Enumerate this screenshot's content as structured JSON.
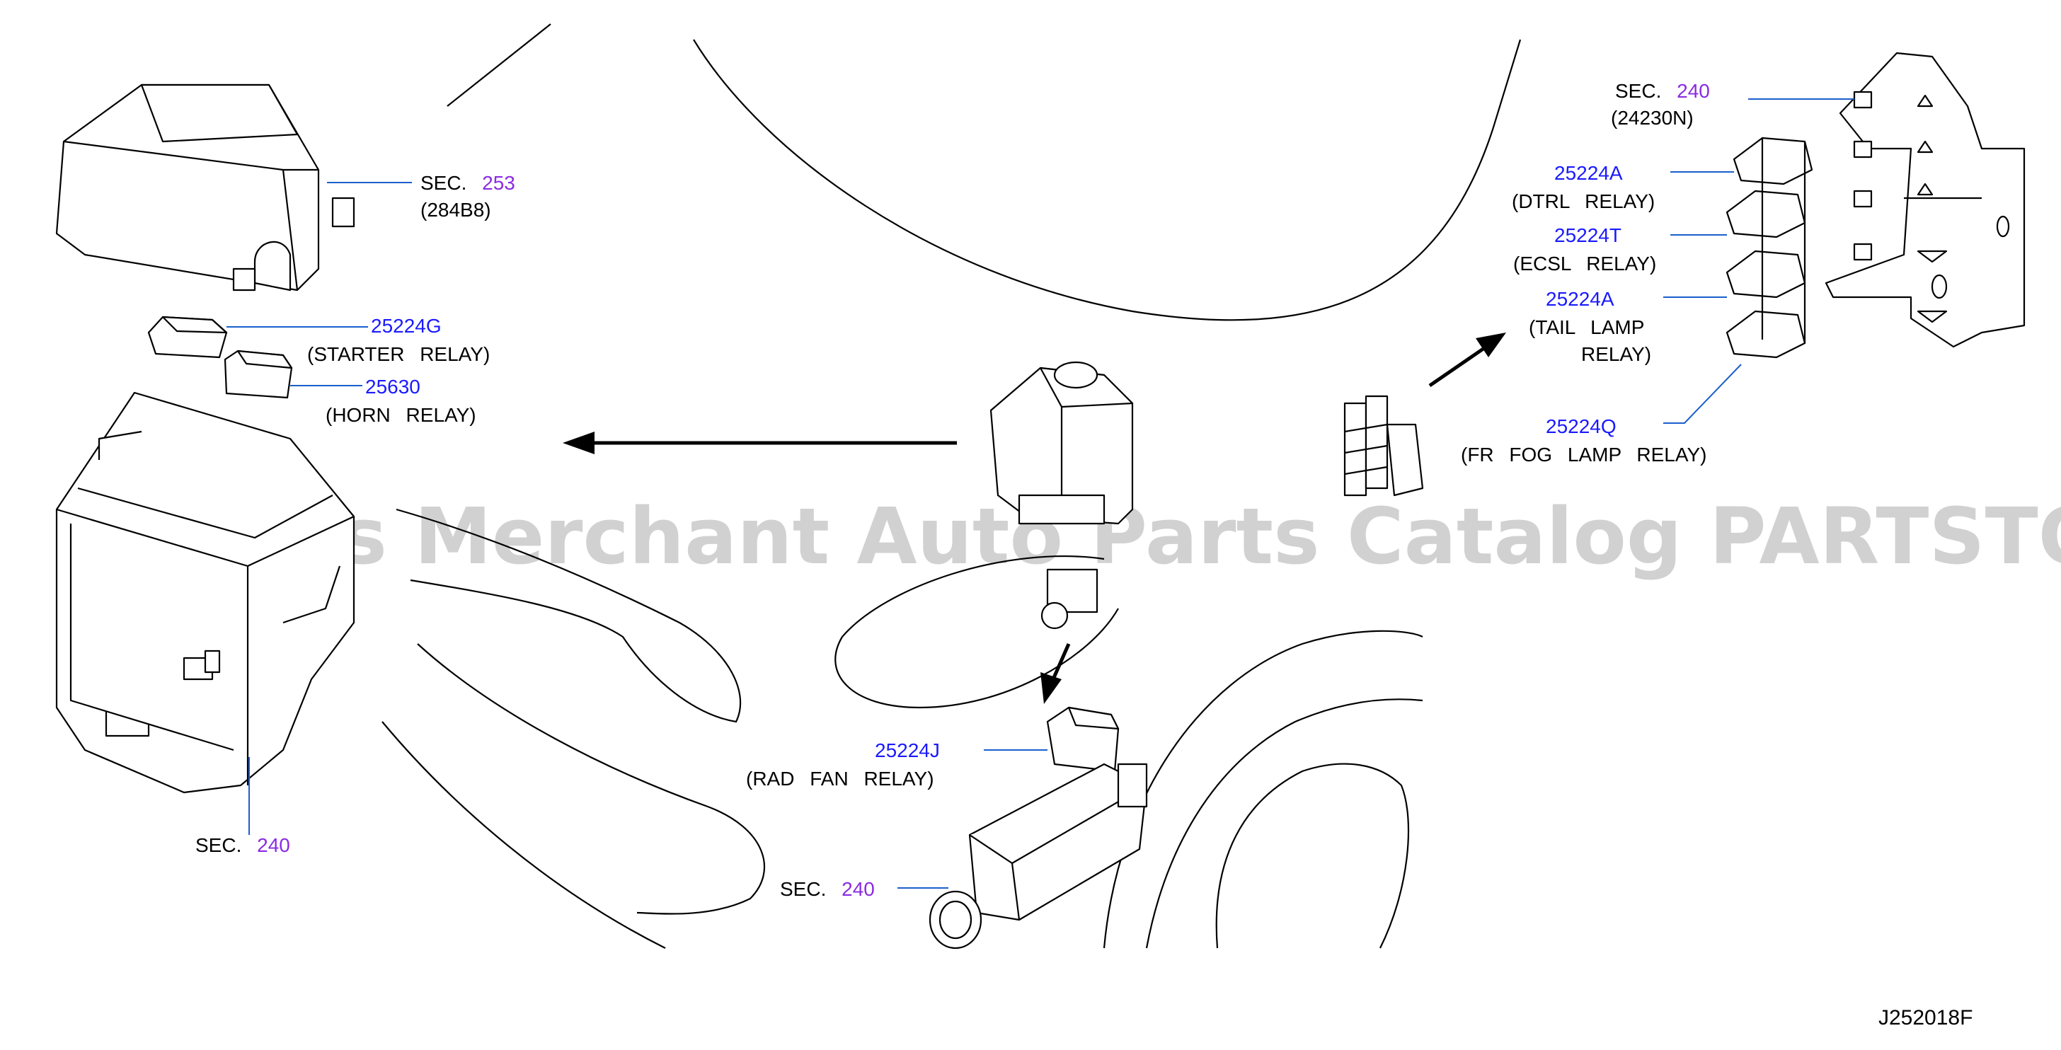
{
  "watermark": "Offers Merchant Auto Parts Catalog PARTSTORE.SA",
  "diagram_ref": "J252018F",
  "labels": {
    "sec253": {
      "prefix": "SEC.",
      "num": "253",
      "sub": "(284B8)"
    },
    "starter": {
      "part": "25224G",
      "desc": "(STARTER RELAY)"
    },
    "horn": {
      "part": "25630",
      "desc": "(HORN RELAY)"
    },
    "sec240_left": {
      "prefix": "SEC.",
      "num": "240"
    },
    "sec240_right": {
      "prefix": "SEC.",
      "num": "240",
      "sub": "(24230N)"
    },
    "dtrl": {
      "part": "25224A",
      "desc": "(DTRL RELAY)"
    },
    "ecsl": {
      "part": "25224T",
      "desc": "(ECSL RELAY)"
    },
    "tail": {
      "part": "25224A",
      "desc1": "(TAIL LAMP",
      "desc2": "RELAY)"
    },
    "fog": {
      "part": "25224Q",
      "desc": "(FR FOG LAMP RELAY)"
    },
    "radfan": {
      "part": "25224J",
      "desc": "(RAD FAN RELAY)"
    },
    "sec240_bottom": {
      "prefix": "SEC.",
      "num": "240"
    }
  },
  "colors": {
    "part_number": "#1a1aff",
    "section_ref": "#8a2be2",
    "leader": "#1a5fcc"
  }
}
